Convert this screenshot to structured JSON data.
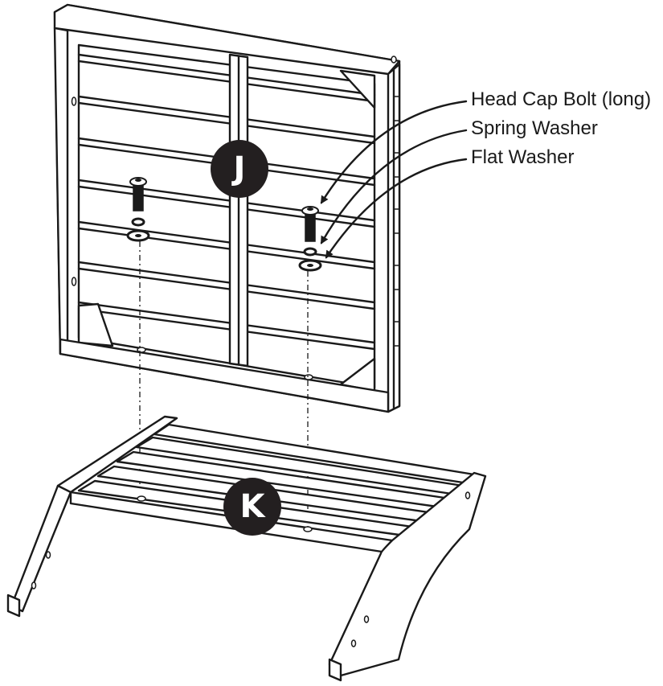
{
  "callouts": [
    {
      "label": "Head Cap Bolt (long)"
    },
    {
      "label": "Spring Washer"
    },
    {
      "label": "Flat Washer"
    }
  ],
  "parts": [
    {
      "label": "J"
    },
    {
      "label": "K"
    }
  ],
  "colors": {
    "line": "#1a1a1a",
    "badge": "#231f20",
    "background": "#ffffff"
  }
}
